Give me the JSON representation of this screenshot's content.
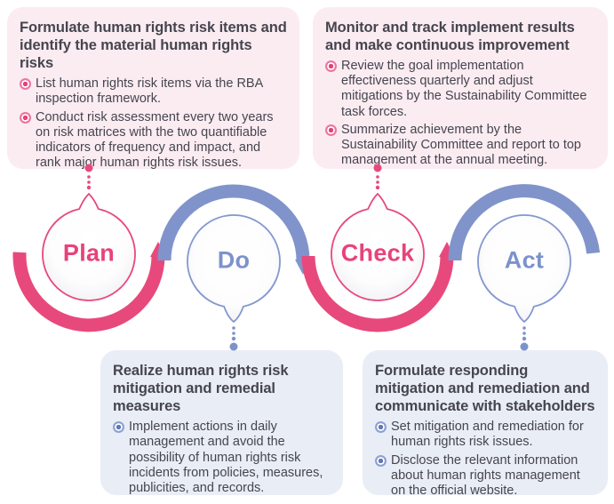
{
  "diagram_type": "PDCA cycle infographic",
  "colors": {
    "pink_accent": "#E8497C",
    "blue_accent": "#8094CB",
    "pink_box_background": "#FBECF2",
    "blue_box_background": "#E9EDF6",
    "body_text": "#45454E"
  },
  "cycle": {
    "steps": [
      {
        "id": "plan",
        "label": "Plan",
        "color": "pink"
      },
      {
        "id": "do",
        "label": "Do",
        "color": "blue"
      },
      {
        "id": "check",
        "label": "Check",
        "color": "pink"
      },
      {
        "id": "act",
        "label": "Act",
        "color": "blue"
      }
    ]
  },
  "boxes": {
    "plan": {
      "title": "Formulate human rights risk items and\nidentify the material human rights risks",
      "bullets": [
        "List human rights risk items via the RBA inspection framework.",
        "Conduct risk assessment every two years on risk matrices with the two quantifiable indicators of frequency and impact, and rank major human rights risk issues."
      ]
    },
    "check": {
      "title": "Monitor and track implement results\nand make continuous improvement",
      "bullets": [
        "Review the goal implementation effectiveness quarterly and adjust mitigations by the Sustainability Committee task forces.",
        "Summarize achievement by the Sustainability Committee and report to top management at the annual meeting."
      ]
    },
    "do": {
      "title": "Realize human rights risk\nmitigation and remedial\nmeasures",
      "bullets": [
        "Implement actions in daily management and avoid the possibility of human rights risk incidents from policies, measures, publicities, and records."
      ]
    },
    "act": {
      "title": "Formulate responding\nmitigation and remediation and\ncommunicate with stakeholders",
      "bullets": [
        "Set mitigation and remediation for human rights risk issues.",
        "Disclose the relevant information about human rights management on the official website."
      ]
    }
  }
}
